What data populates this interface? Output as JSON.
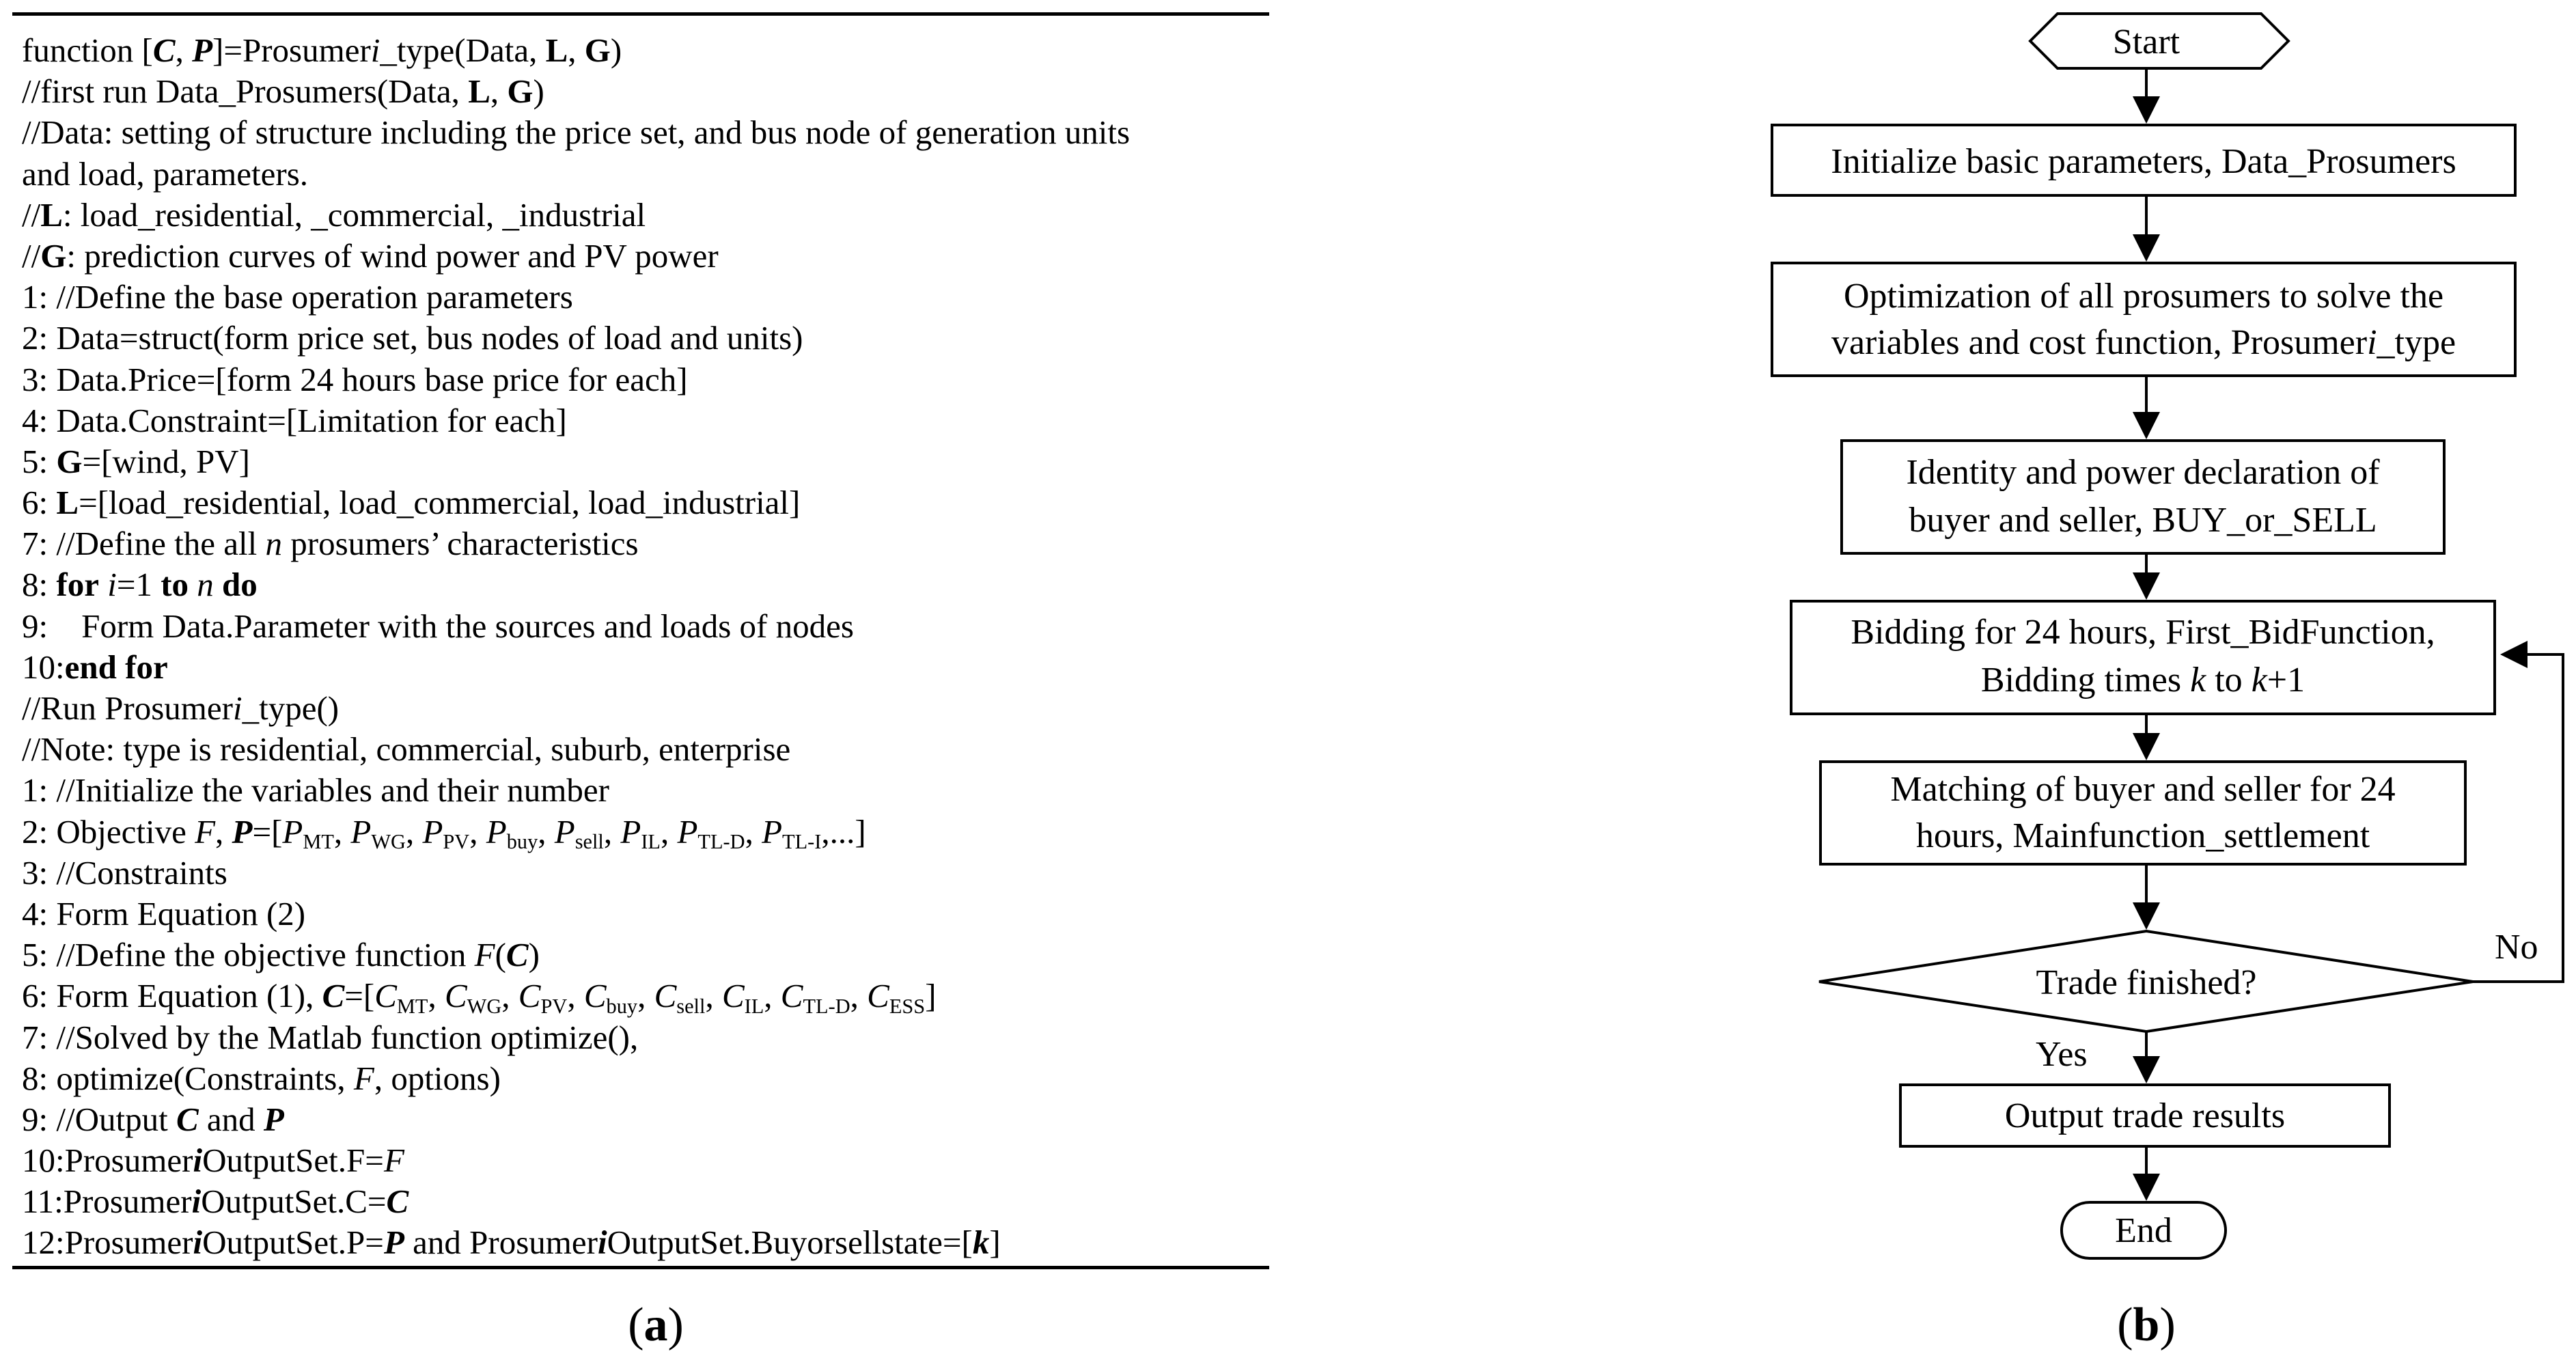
{
  "panel_a": {
    "caption": "(a)",
    "lines": [
      {
        "segments": [
          {
            "t": "function ["
          },
          {
            "t": "C",
            "s": "bi"
          },
          {
            "t": ", "
          },
          {
            "t": "P",
            "s": "bi"
          },
          {
            "t": "]=Prosumer"
          },
          {
            "t": "i",
            "s": "it"
          },
          {
            "t": "_type(Data, "
          },
          {
            "t": "L",
            "s": "b"
          },
          {
            "t": ", "
          },
          {
            "t": "G",
            "s": "b"
          },
          {
            "t": ")"
          }
        ]
      },
      {
        "segments": [
          {
            "t": "//first run Data_Prosumers(Data, "
          },
          {
            "t": "L",
            "s": "b"
          },
          {
            "t": ", "
          },
          {
            "t": "G",
            "s": "b"
          },
          {
            "t": ")"
          }
        ]
      },
      {
        "segments": [
          {
            "t": "//Data: setting of structure including the price set, and bus node of generation units"
          }
        ]
      },
      {
        "segments": [
          {
            "t": "and load, parameters."
          }
        ]
      },
      {
        "segments": [
          {
            "t": "//"
          },
          {
            "t": "L",
            "s": "b"
          },
          {
            "t": ": load_residential, _commercial, _industrial"
          }
        ]
      },
      {
        "segments": [
          {
            "t": "//"
          },
          {
            "t": "G",
            "s": "b"
          },
          {
            "t": ": prediction curves of wind power and PV power"
          }
        ]
      },
      {
        "segments": [
          {
            "t": "1: //Define the base operation parameters"
          }
        ]
      },
      {
        "segments": [
          {
            "t": "2: Data=struct(form price set, bus nodes of load and units)"
          }
        ]
      },
      {
        "segments": [
          {
            "t": "3: Data.Price=[form 24 hours base price for each]"
          }
        ]
      },
      {
        "segments": [
          {
            "t": "4: Data.Constraint=[Limitation for each]"
          }
        ]
      },
      {
        "segments": [
          {
            "t": "5: "
          },
          {
            "t": "G",
            "s": "b"
          },
          {
            "t": "=[wind, PV]"
          }
        ]
      },
      {
        "segments": [
          {
            "t": "6: "
          },
          {
            "t": "L",
            "s": "b"
          },
          {
            "t": "=[load_residential, load_commercial, load_industrial]"
          }
        ]
      },
      {
        "segments": [
          {
            "t": "7: //Define the all "
          },
          {
            "t": "n",
            "s": "it"
          },
          {
            "t": " prosumers’ characteristics"
          }
        ]
      },
      {
        "segments": [
          {
            "t": "8: "
          },
          {
            "t": "for",
            "s": "b"
          },
          {
            "t": " "
          },
          {
            "t": "i",
            "s": "it"
          },
          {
            "t": "=1 "
          },
          {
            "t": "to",
            "s": "b"
          },
          {
            "t": " "
          },
          {
            "t": "n",
            "s": "it"
          },
          {
            "t": " "
          },
          {
            "t": "do",
            "s": "b"
          }
        ]
      },
      {
        "segments": [
          {
            "t": "9:    Form Data.Parameter with the sources and loads of nodes"
          }
        ]
      },
      {
        "segments": [
          {
            "t": "10:"
          },
          {
            "t": "end for",
            "s": "b"
          }
        ]
      },
      {
        "segments": [
          {
            "t": "//Run Prosumer"
          },
          {
            "t": "i",
            "s": "it"
          },
          {
            "t": "_type()"
          }
        ]
      },
      {
        "segments": [
          {
            "t": "//Note: type is residential, commercial, suburb, enterprise"
          }
        ]
      },
      {
        "segments": [
          {
            "t": "1: //Initialize the variables and their number"
          }
        ]
      },
      {
        "segments": [
          {
            "t": "2: Objective "
          },
          {
            "t": "F",
            "s": "it"
          },
          {
            "t": ", "
          },
          {
            "t": "P",
            "s": "bi"
          },
          {
            "t": "=["
          },
          {
            "t": "P",
            "s": "it"
          },
          {
            "t": "MT",
            "s": "sub"
          },
          {
            "t": ", "
          },
          {
            "t": "P",
            "s": "it"
          },
          {
            "t": "WG",
            "s": "sub"
          },
          {
            "t": ", "
          },
          {
            "t": "P",
            "s": "it"
          },
          {
            "t": "PV",
            "s": "sub"
          },
          {
            "t": ", "
          },
          {
            "t": "P",
            "s": "it"
          },
          {
            "t": "buy",
            "s": "sub"
          },
          {
            "t": ", "
          },
          {
            "t": "P",
            "s": "it"
          },
          {
            "t": "sell",
            "s": "sub"
          },
          {
            "t": ", "
          },
          {
            "t": "P",
            "s": "it"
          },
          {
            "t": "IL",
            "s": "sub"
          },
          {
            "t": ", "
          },
          {
            "t": "P",
            "s": "it"
          },
          {
            "t": "TL-D",
            "s": "sub"
          },
          {
            "t": ", "
          },
          {
            "t": "P",
            "s": "it"
          },
          {
            "t": "TL-I",
            "s": "sub"
          },
          {
            "t": ",...]"
          }
        ]
      },
      {
        "segments": [
          {
            "t": "3: //Constraints"
          }
        ]
      },
      {
        "segments": [
          {
            "t": "4: Form Equation (2)"
          }
        ]
      },
      {
        "segments": [
          {
            "t": "5: //Define the objective function "
          },
          {
            "t": "F",
            "s": "it"
          },
          {
            "t": "("
          },
          {
            "t": "C",
            "s": "bi"
          },
          {
            "t": ")"
          }
        ]
      },
      {
        "segments": [
          {
            "t": "6: Form Equation (1), "
          },
          {
            "t": "C",
            "s": "bi"
          },
          {
            "t": "=["
          },
          {
            "t": "C",
            "s": "it"
          },
          {
            "t": "MT",
            "s": "sub"
          },
          {
            "t": ", "
          },
          {
            "t": "C",
            "s": "it"
          },
          {
            "t": "WG",
            "s": "sub"
          },
          {
            "t": ", "
          },
          {
            "t": "C",
            "s": "it"
          },
          {
            "t": "PV",
            "s": "sub"
          },
          {
            "t": ", "
          },
          {
            "t": "C",
            "s": "it"
          },
          {
            "t": "buy",
            "s": "sub"
          },
          {
            "t": ", "
          },
          {
            "t": "C",
            "s": "it"
          },
          {
            "t": "sell",
            "s": "sub"
          },
          {
            "t": ", "
          },
          {
            "t": "C",
            "s": "it"
          },
          {
            "t": "IL",
            "s": "sub"
          },
          {
            "t": ", "
          },
          {
            "t": "C",
            "s": "it"
          },
          {
            "t": "TL-D",
            "s": "sub"
          },
          {
            "t": ", "
          },
          {
            "t": "C",
            "s": "it"
          },
          {
            "t": "ESS",
            "s": "sub"
          },
          {
            "t": "]"
          }
        ]
      },
      {
        "segments": [
          {
            "t": "7: //Solved by the Matlab function optimize(),"
          }
        ]
      },
      {
        "segments": [
          {
            "t": "8: optimize(Constraints, "
          },
          {
            "t": "F",
            "s": "it"
          },
          {
            "t": ", options)"
          }
        ]
      },
      {
        "segments": [
          {
            "t": "9: //Output "
          },
          {
            "t": "C",
            "s": "bi"
          },
          {
            "t": " and "
          },
          {
            "t": "P",
            "s": "bi"
          }
        ]
      },
      {
        "segments": [
          {
            "t": "10:Prosumer"
          },
          {
            "t": "i",
            "s": "bi"
          },
          {
            "t": "OutputSet.F="
          },
          {
            "t": "F",
            "s": "it"
          }
        ]
      },
      {
        "segments": [
          {
            "t": "11:Prosumer"
          },
          {
            "t": "i",
            "s": "bi"
          },
          {
            "t": "OutputSet.C="
          },
          {
            "t": "C",
            "s": "bi"
          }
        ]
      },
      {
        "segments": [
          {
            "t": "12:Prosumer"
          },
          {
            "t": "i",
            "s": "bi"
          },
          {
            "t": "OutputSet.P="
          },
          {
            "t": "P",
            "s": "bi"
          },
          {
            "t": " and Prosumer"
          },
          {
            "t": "i",
            "s": "bi"
          },
          {
            "t": "OutputSet.Buyorsellstate=["
          },
          {
            "t": "k",
            "s": "bi"
          },
          {
            "t": "]"
          }
        ]
      }
    ]
  },
  "panel_b": {
    "caption": "(b)",
    "start": "Start",
    "step1": "Initialize basic parameters, Data_Prosumers",
    "step2_line1": "Optimization of all prosumers to solve the",
    "step2_line2a": "variables and cost function, Prosumer",
    "step2_line2b": "i",
    "step2_line2c": "_type",
    "step3_line1": "Identity and power declaration of",
    "step3_line2": "buyer and seller, BUY_or_SELL",
    "step4_line1": "Bidding for 24 hours, First_BidFunction,",
    "step4_line2a": "Bidding times ",
    "step4_line2b": "k",
    "step4_line2c": " to ",
    "step4_line2d": "k",
    "step4_line2e": "+1",
    "step5_line1": "Matching of buyer and seller for 24",
    "step5_line2": "hours, Mainfunction_settlement",
    "decision": "Trade finished?",
    "no_label": "No",
    "yes_label": "Yes",
    "step6": "Output trade results",
    "end": "End"
  }
}
